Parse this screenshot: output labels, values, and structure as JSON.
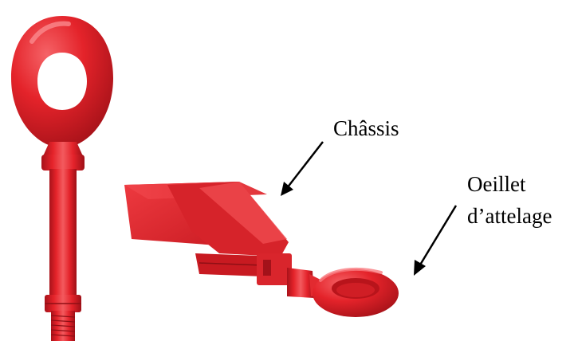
{
  "labels": {
    "chassis": "Châssis",
    "oeillet_line1": "Oeillet",
    "oeillet_line2": "d’attelage"
  },
  "colors": {
    "part_red": "#e8242b",
    "part_red_dark": "#b3151b",
    "part_red_light": "#f4555a",
    "arrow": "#000000",
    "background": "#ffffff"
  },
  "icons": {
    "arrow_chassis": "arrow-down-left-icon",
    "arrow_oeillet": "arrow-down-left-icon"
  }
}
